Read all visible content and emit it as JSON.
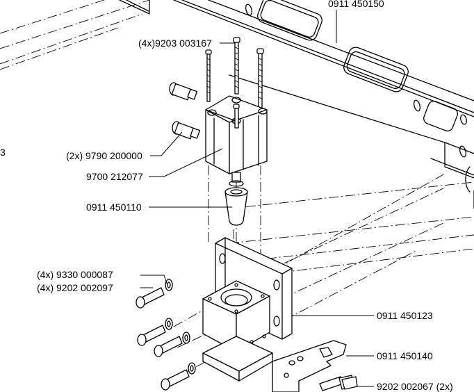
{
  "edge_label": "3",
  "callouts": {
    "frame": "0911 450150",
    "bolts_top": "(4x)9203 003167",
    "fitting": "(2x) 9790 200000",
    "cylinder": "9700 212077",
    "nozzle": "0911 450110",
    "washer": "(4x) 9330 000087",
    "screw_side": "(4x) 9202 002097",
    "bracket": "0911 450123",
    "plate": "0911 450140",
    "screw_bottom": "9202 002067 (2x)"
  }
}
